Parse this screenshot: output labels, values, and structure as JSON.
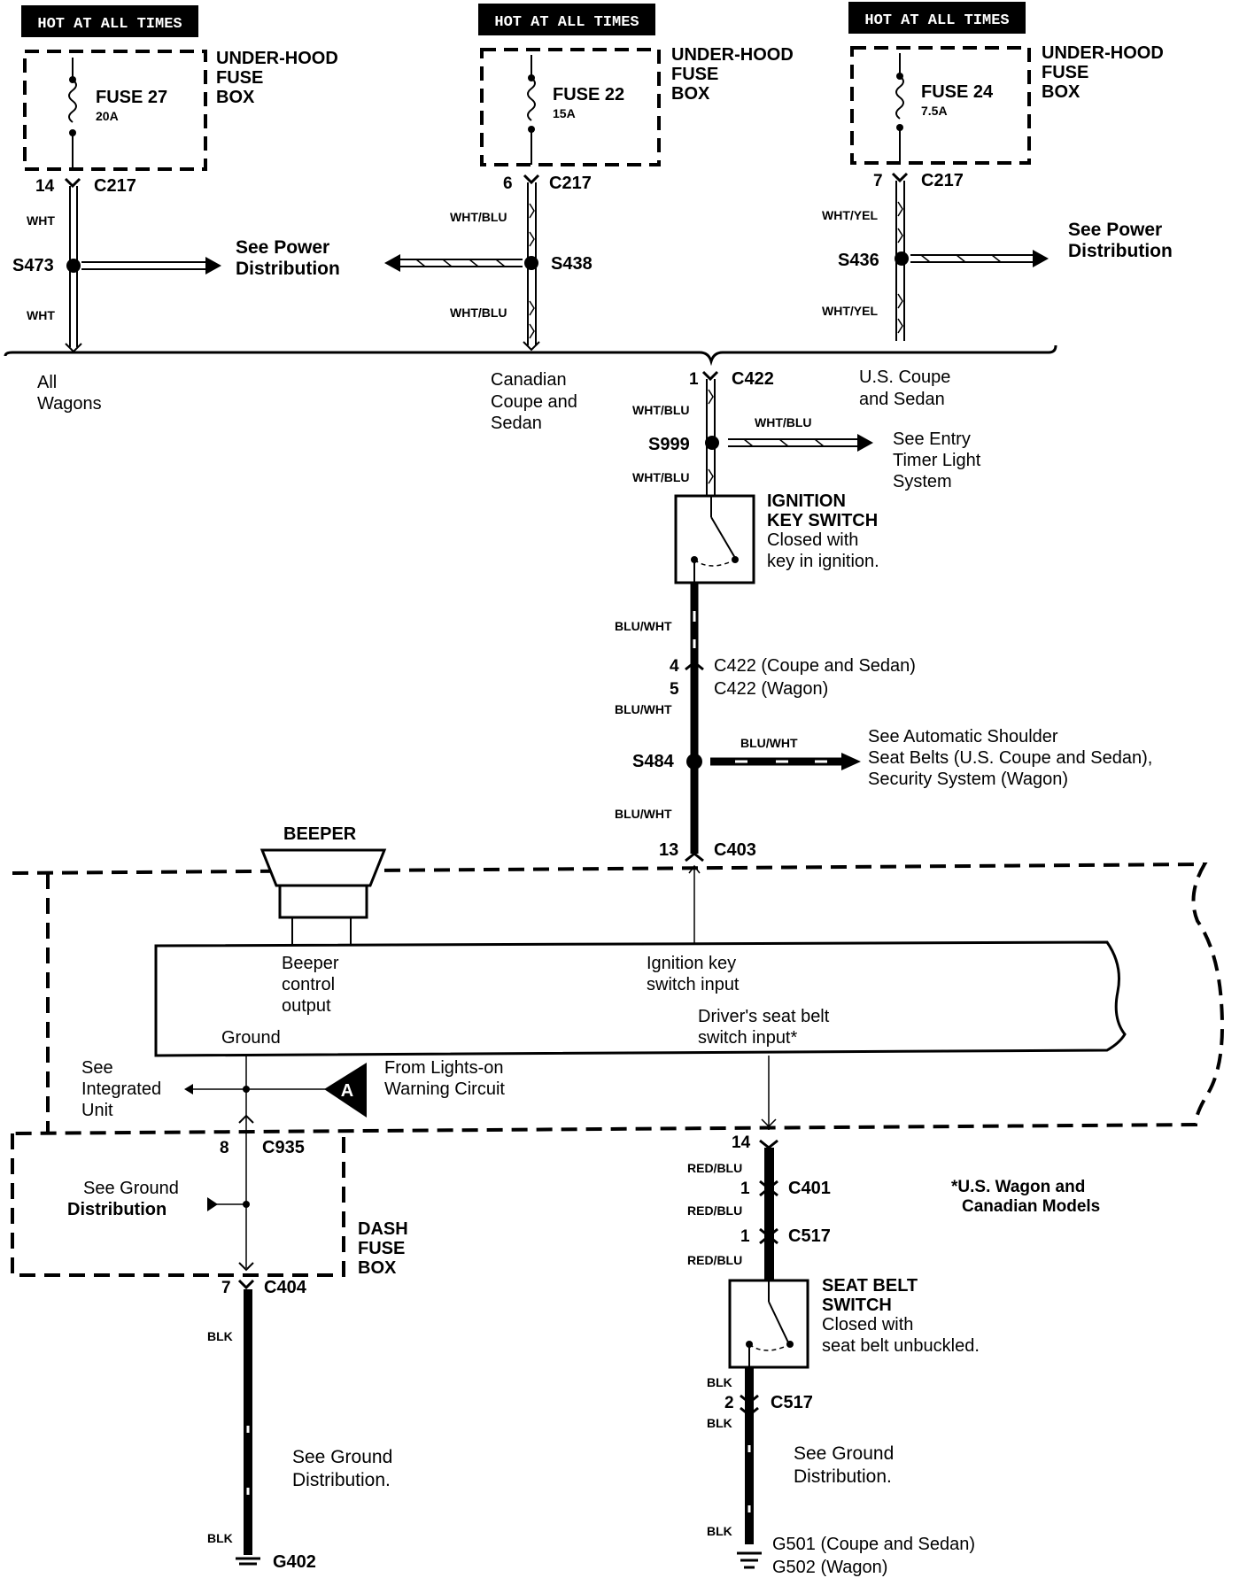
{
  "fuses": [
    {
      "hot_label": "HOT AT ALL TIMES",
      "box_label": [
        "UNDER-HOOD",
        "FUSE",
        "BOX"
      ],
      "fuse": "FUSE 27",
      "rating": "20A",
      "pin": "14",
      "connector": "C217",
      "wire_upper": "WHT",
      "splice": "S473",
      "wire_lower": "WHT",
      "see_text": [
        "See Power",
        "Distribution"
      ],
      "variant": [
        "All",
        "Wagons"
      ]
    },
    {
      "hot_label": "HOT AT ALL TIMES",
      "box_label": [
        "UNDER-HOOD",
        "FUSE",
        "BOX"
      ],
      "fuse": "FUSE 22",
      "rating": "15A",
      "pin": "6",
      "connector": "C217",
      "wire_upper": "WHT/BLU",
      "splice": "S438",
      "wire_lower": "WHT/BLU",
      "variant": [
        "Canadian",
        "Coupe and",
        "Sedan"
      ]
    },
    {
      "hot_label": "HOT AT ALL TIMES",
      "box_label": [
        "UNDER-HOOD",
        "FUSE",
        "BOX"
      ],
      "fuse": "FUSE 24",
      "rating": "7.5A",
      "pin": "7",
      "connector": "C217",
      "wire_upper": "WHT/YEL",
      "splice": "S436",
      "wire_lower": "WHT/YEL",
      "see_text": [
        "See Power",
        "Distribution"
      ],
      "variant": [
        "U.S. Coupe",
        "and Sedan"
      ]
    }
  ],
  "main": {
    "c422_pin": "1",
    "c422": "C422",
    "wire_a": "WHT/BLU",
    "s999": "S999",
    "s999_wire": "WHT/BLU",
    "s999_see": [
      "See Entry",
      "Timer Light",
      "System"
    ],
    "wire_b": "WHT/BLU",
    "ignition_title": [
      "IGNITION",
      "KEY SWITCH"
    ],
    "ignition_desc": [
      "Closed with",
      "key in ignition."
    ],
    "wire_c": "BLU/WHT",
    "c422b_pin_1": "4",
    "c422b_text_1": "C422  (Coupe and Sedan)",
    "c422b_pin_2": "5",
    "c422b_text_2": "C422  (Wagon)",
    "wire_d": "BLU/WHT",
    "s484": "S484",
    "s484_wire": "BLU/WHT",
    "s484_see": [
      "See Automatic Shoulder",
      "Seat Belts (U.S. Coupe and Sedan),",
      "Security System (Wagon)"
    ],
    "wire_e": "BLU/WHT",
    "c403_pin": "13",
    "c403": "C403"
  },
  "unit": {
    "beeper": "BEEPER",
    "beeper_out": [
      "Beeper",
      "control",
      "output"
    ],
    "ground": "Ground",
    "ign_input": [
      "Ignition key",
      "switch input"
    ],
    "seat_input": [
      "Driver's  seat belt",
      "switch input*"
    ],
    "see_integrated": [
      "See",
      "Integrated",
      "Unit"
    ],
    "marker": "A",
    "from_lights": [
      "From Lights-on",
      "Warning Circuit"
    ],
    "c935_pin": "8",
    "c935": "C935",
    "see_ground": [
      "See Ground",
      "Distribution"
    ],
    "dash_box": [
      "DASH",
      "FUSE",
      "BOX"
    ],
    "c404_pin": "7",
    "c404": "C404",
    "blk_1": "BLK",
    "ground_dist": [
      "See Ground",
      "Distribution."
    ],
    "blk_2": "BLK",
    "g402": "G402"
  },
  "seatbelt": {
    "c401_top_pin": "14",
    "wire_1": "RED/BLU",
    "c401_pin": "1",
    "c401": "C401",
    "wire_2": "RED/BLU",
    "c517_pin": "1",
    "c517": "C517",
    "wire_3": "RED/BLU",
    "note": [
      "*U.S. Wagon and",
      "Canadian Models"
    ],
    "switch_title": [
      "SEAT BELT",
      "SWITCH"
    ],
    "switch_desc": [
      "Closed with",
      "seat belt unbuckled."
    ],
    "blk_a": "BLK",
    "c517b_pin": "2",
    "c517b": "C517",
    "blk_b": "BLK",
    "ground_dist": [
      "See Ground",
      "Distribution."
    ],
    "blk_c": "BLK",
    "g501_text": "G501  (Coupe and Sedan)",
    "g502_text": "G502  (Wagon)"
  }
}
